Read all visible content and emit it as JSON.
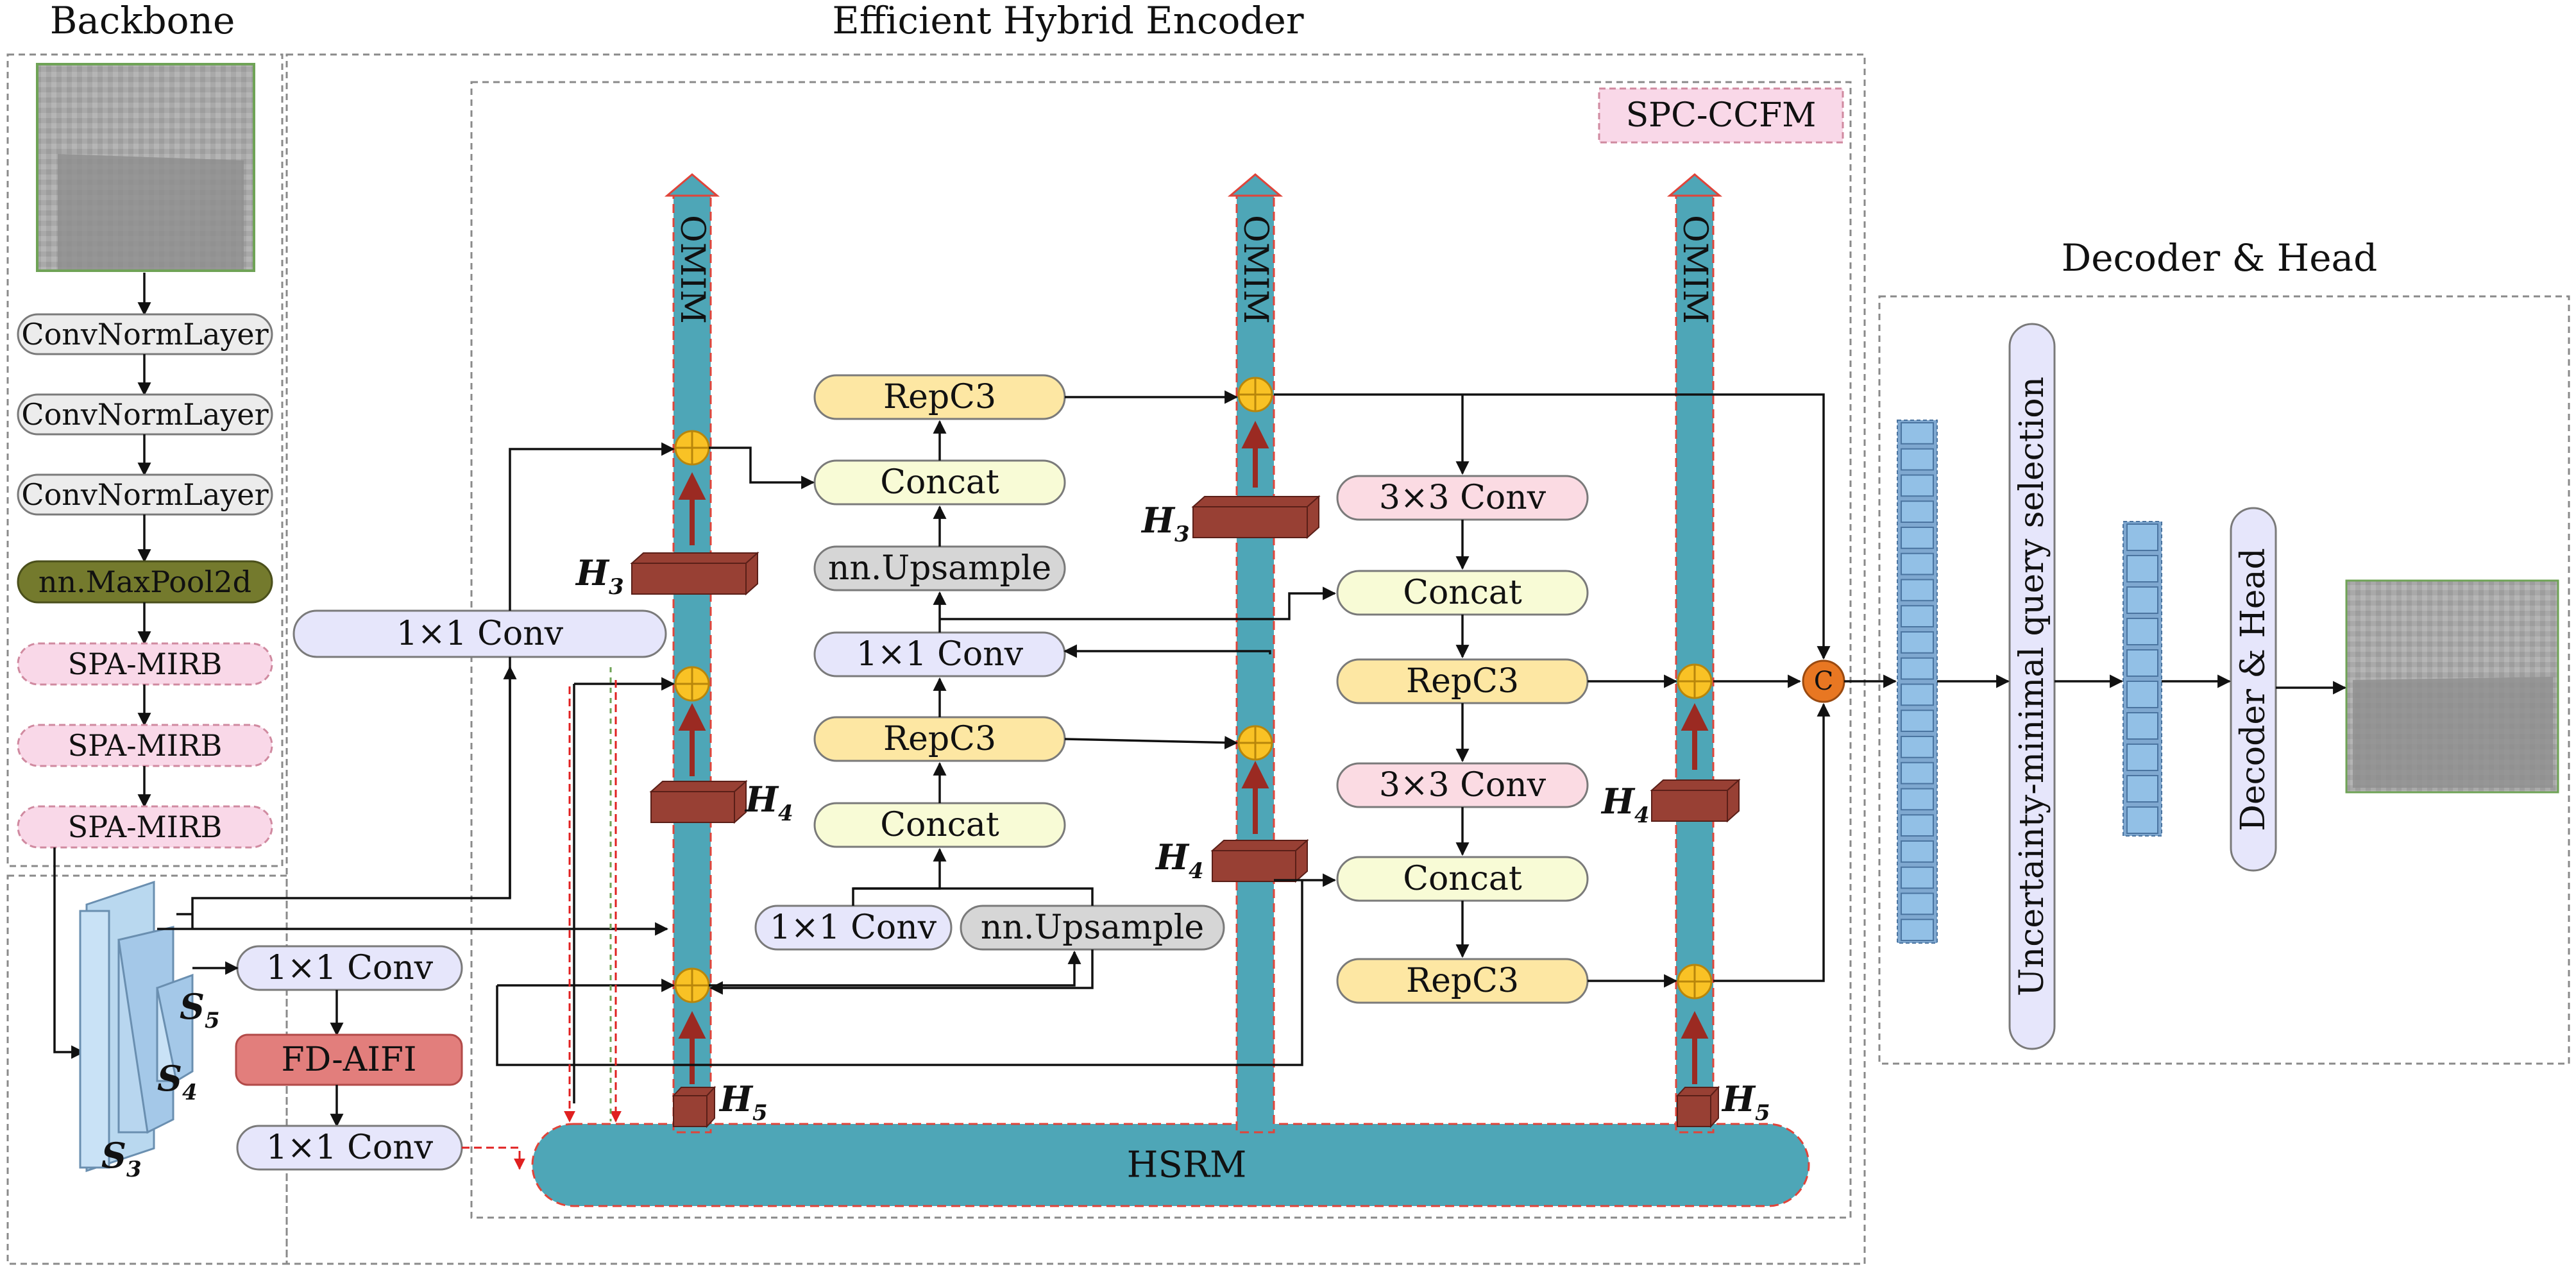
{
  "titles": {
    "backbone": "Backbone",
    "encoder": "Efficient Hybrid Encoder",
    "decoder": "Decoder & Head"
  },
  "backbone": {
    "layers": [
      "ConvNormLayer",
      "ConvNormLayer",
      "ConvNormLayer",
      "nn.MaxPool2d",
      "SPA-MIRB",
      "SPA-MIRB",
      "SPA-MIRB"
    ]
  },
  "features": {
    "s3": "S",
    "s3_sub": "3",
    "s4": "S",
    "s4_sub": "4",
    "s5": "S",
    "s5_sub": "5"
  },
  "aifi": {
    "conv_top": "1×1 Conv",
    "fd_aifi": "FD-AIFI",
    "conv_bottom": "1×1 Conv"
  },
  "encoder": {
    "spc_ccfm": "SPC-CCFM",
    "omim": "OMIM",
    "hsrm": "HSRM",
    "left_conv": "1×1 Conv",
    "center_column": [
      "RepC3",
      "Concat",
      "nn.Upsample",
      "1×1 Conv",
      "RepC3",
      "Concat"
    ],
    "bottom_conv": "1×1 Conv",
    "bottom_upsample": "nn.Upsample",
    "right_column": [
      "3×3 Conv",
      "Concat",
      "RepC3",
      "3×3 Conv",
      "Concat",
      "RepC3"
    ],
    "h": "H",
    "h3": "3",
    "h4": "4",
    "h5": "5",
    "concat_symbol": "C"
  },
  "decoder": {
    "query_selection": "Uncertainty-minimal query selection",
    "decoder_head": "Decoder & Head"
  },
  "colors": {
    "backbone_bg": "#f0c8a3",
    "decoder_bg": "#c9f1e1",
    "encoder_bg": "#e6e6e6",
    "omim_teal": "#4ea6b7",
    "h_block": "#984034",
    "adder": "#f9c225",
    "concat_circle": "#e87722",
    "query_blue": "#92c0e6"
  }
}
